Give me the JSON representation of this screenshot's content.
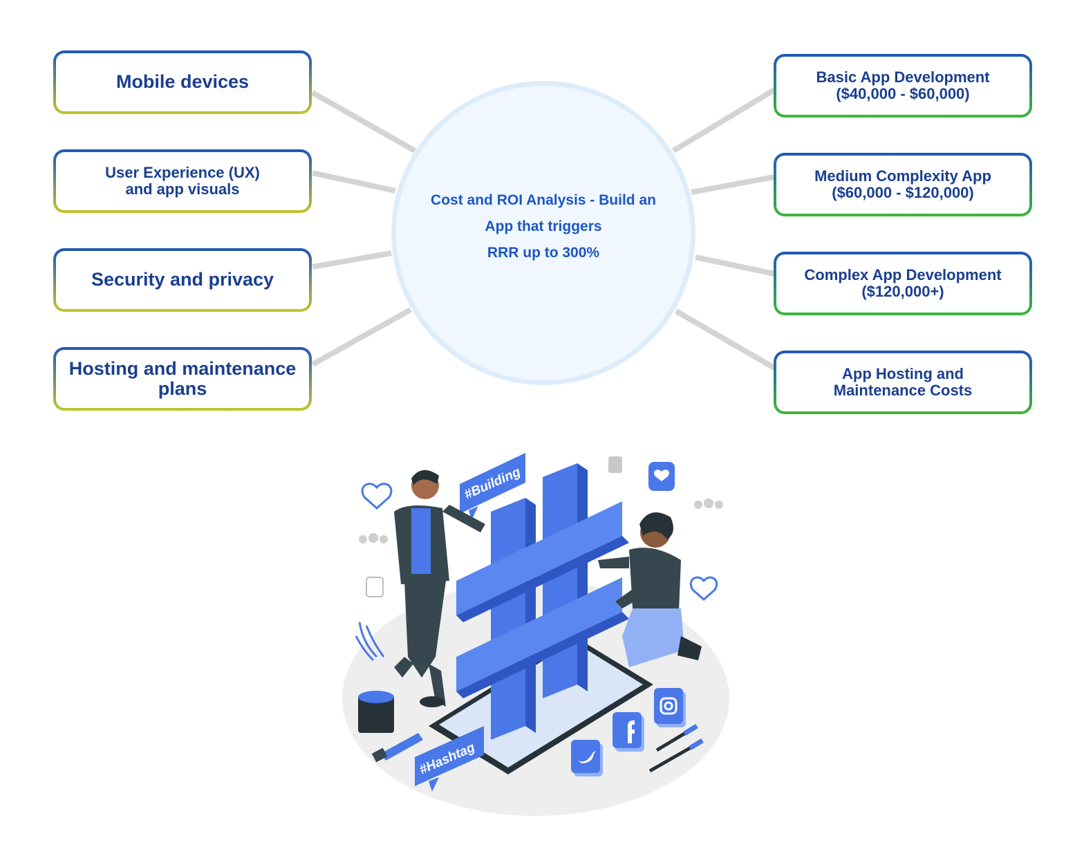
{
  "hub": {
    "title": "Cost and ROI Analysis - Build an\nApp that triggers\nRRR up to 300%"
  },
  "left_items": [
    {
      "label": "Mobile devices"
    },
    {
      "label": "User Experience (UX)\nand app visuals"
    },
    {
      "label": "Security and privacy"
    },
    {
      "label": "Hosting and maintenance\nplans"
    }
  ],
  "right_items": [
    {
      "label": "Basic App Development\n($40,000 - $60,000)"
    },
    {
      "label": "Medium Complexity App\n($60,000 - $120,000)"
    },
    {
      "label": "Complex App Development\n($120,000+)"
    },
    {
      "label": "App Hosting and\nMaintenance Costs"
    }
  ],
  "illustration": {
    "sign_top": "#Building",
    "sign_bottom": "#Hashtag",
    "icons": [
      "heart-icon",
      "like-icon",
      "people-icon",
      "twitter-icon",
      "facebook-icon",
      "instagram-icon",
      "hashtag-icon",
      "paint-bucket-icon",
      "tools-icon"
    ]
  },
  "colors": {
    "box_text": "#1a3f8f",
    "hub_text": "#1d56c4",
    "hub_fill": "#f0f7fe",
    "hub_border": "#dcecfb",
    "left_gradient": [
      "#1f56b5",
      "#c3c52a"
    ],
    "right_gradient": [
      "#1f56b5",
      "#3db83a"
    ],
    "connector": "#d4d4d4",
    "accent_blue": "#4a78e8"
  }
}
